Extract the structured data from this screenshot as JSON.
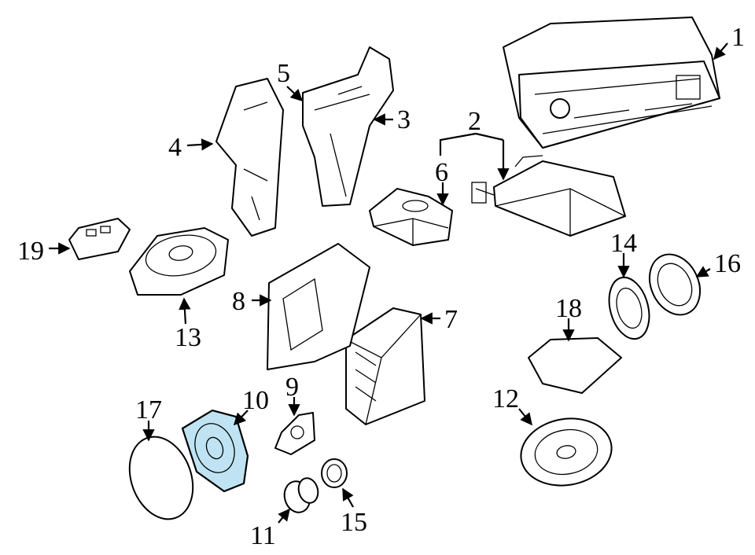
{
  "diagram": {
    "callouts": [
      "1",
      "2",
      "3",
      "4",
      "5",
      "6",
      "7",
      "8",
      "9",
      "10",
      "11",
      "12",
      "13",
      "14",
      "15",
      "16",
      "17",
      "18",
      "19"
    ],
    "highlight_color": "#bfe3f3",
    "highlighted_part": "10"
  }
}
